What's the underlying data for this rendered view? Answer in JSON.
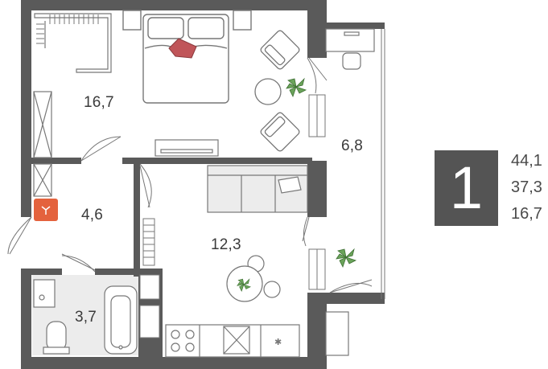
{
  "rooms": [
    {
      "id": "bedroom",
      "area": "16,7"
    },
    {
      "id": "balcony",
      "area": "6,8"
    },
    {
      "id": "hall",
      "area": "4,6"
    },
    {
      "id": "kitchen-living",
      "area": "12,3"
    },
    {
      "id": "bathroom",
      "area": "3,7"
    }
  ],
  "summary": {
    "rooms_count": "1",
    "total_area": "44,1",
    "living_area": "37,3",
    "bedroom_area": "16,7"
  },
  "colors": {
    "wall": "#5a5a5a",
    "furniture_stroke": "#6d6d6d",
    "bathroom_floor": "#e9e9e9",
    "boiler": "#e4623d",
    "pillow": "#c05559",
    "plant": "#6aa35a",
    "badge": "#545454"
  },
  "icons": [
    "boiler-icon",
    "plant-icon",
    "stove-icon",
    "sink-icon",
    "fridge-icon"
  ]
}
